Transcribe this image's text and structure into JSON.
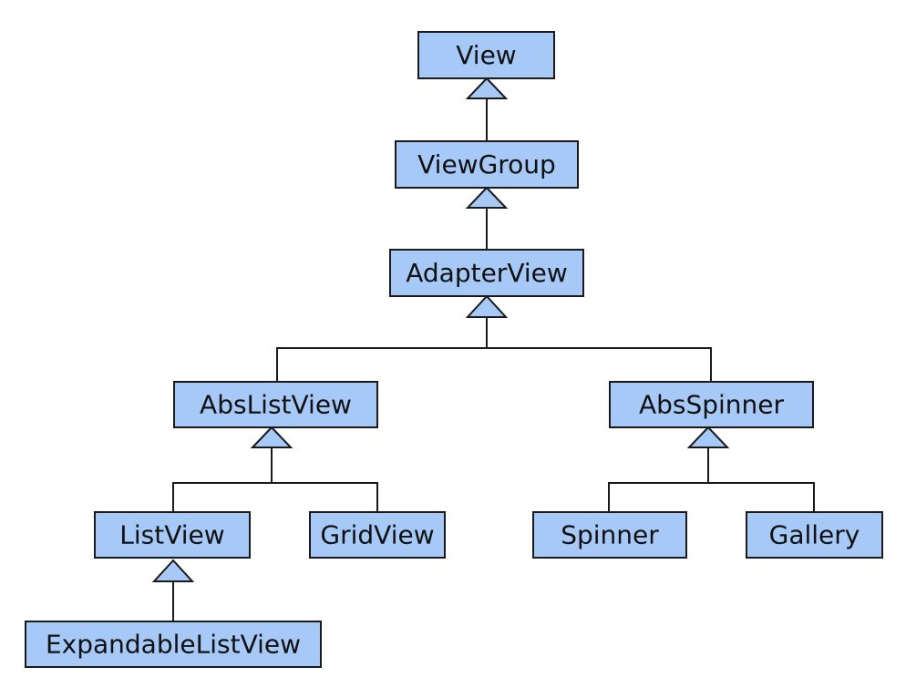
{
  "diagram": {
    "type": "class-inheritance-diagram",
    "colors": {
      "box_fill": "#a6c9f7",
      "line": "#1a1a1a",
      "text": "#111111",
      "background": "#ffffff"
    },
    "classes": {
      "view": {
        "label": "View"
      },
      "viewgroup": {
        "label": "ViewGroup",
        "parent": "view"
      },
      "adapterview": {
        "label": "AdapterView",
        "parent": "viewgroup"
      },
      "abslistview": {
        "label": "AbsListView",
        "parent": "adapterview"
      },
      "absspinner": {
        "label": "AbsSpinner",
        "parent": "adapterview"
      },
      "listview": {
        "label": "ListView",
        "parent": "abslistview"
      },
      "gridview": {
        "label": "GridView",
        "parent": "abslistview"
      },
      "spinner": {
        "label": "Spinner",
        "parent": "absspinner"
      },
      "gallery": {
        "label": "Gallery",
        "parent": "absspinner"
      },
      "expandablelistview": {
        "label": "ExpandableListView",
        "parent": "listview"
      }
    }
  }
}
